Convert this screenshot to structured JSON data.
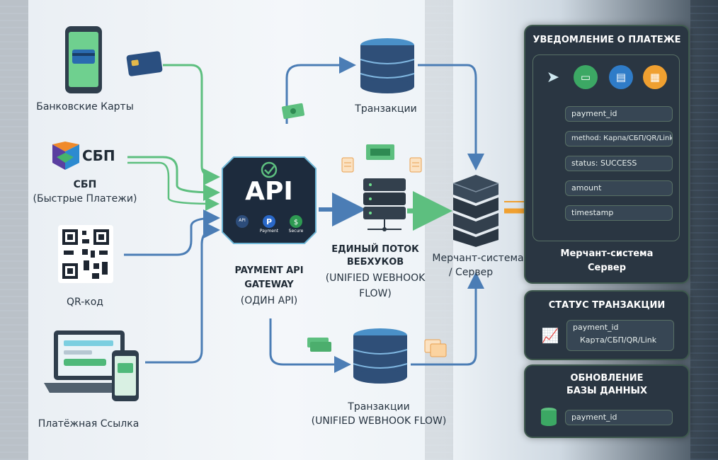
{
  "sources": {
    "bank_cards": "Банковские Карты",
    "sbp_logo": "СБП",
    "sbp_title": "СБП",
    "sbp_sub": "(Быстрые Платежи)",
    "qr": "QR-код",
    "payment_link": "Платёжная Ссылка"
  },
  "gateway": {
    "api": "API",
    "badge_api": "API",
    "badge_payment": "Payment",
    "badge_secure": "Secure",
    "title_line1": "PAYMENT API",
    "title_line2": "GATEWAY",
    "subtitle": "(ОДИН API)"
  },
  "top_db": {
    "label": "Транзакции"
  },
  "webhook": {
    "line1": "ЕДИНЫЙ ПОТОК",
    "line2": "ВЕБХУКОВ",
    "line3": "(UNIFIED WEBHOOK",
    "line4": "FLOW)"
  },
  "bottom_db": {
    "label1": "Транзакции",
    "label2": "(UNIFIED WEBHOOK FLOW)"
  },
  "merchant": {
    "line1": "Мерчант-система",
    "line2": "/ Сервер"
  },
  "notification_panel": {
    "title": "УВЕДОМЛЕНИЕ О ПЛАТЕЖЕ",
    "fields": [
      "payment_id",
      "method: Карпа/СБП/QR/Link",
      "status: SUCCESS",
      "amount",
      "timestamp"
    ],
    "footer_line1": "Мерчант-система",
    "footer_line2": "Сервер"
  },
  "status_panel": {
    "title": "СТАТУС ТРАНЗАКЦИИ",
    "line1": "payment_id",
    "line2": "Карта/СБП/QR/Link"
  },
  "db_update_panel": {
    "title_line1": "ОБНОВЛЕНИЕ",
    "title_line2": "БАЗЫ ДАННЫХ",
    "field": "payment_id"
  },
  "colors": {
    "green_arrow": "#5dbf7f",
    "blue_arrow": "#4b7db5",
    "orange_arrow": "#f0a030",
    "panel_bg": "#2a3642",
    "api_box": "#1d2b3d"
  }
}
